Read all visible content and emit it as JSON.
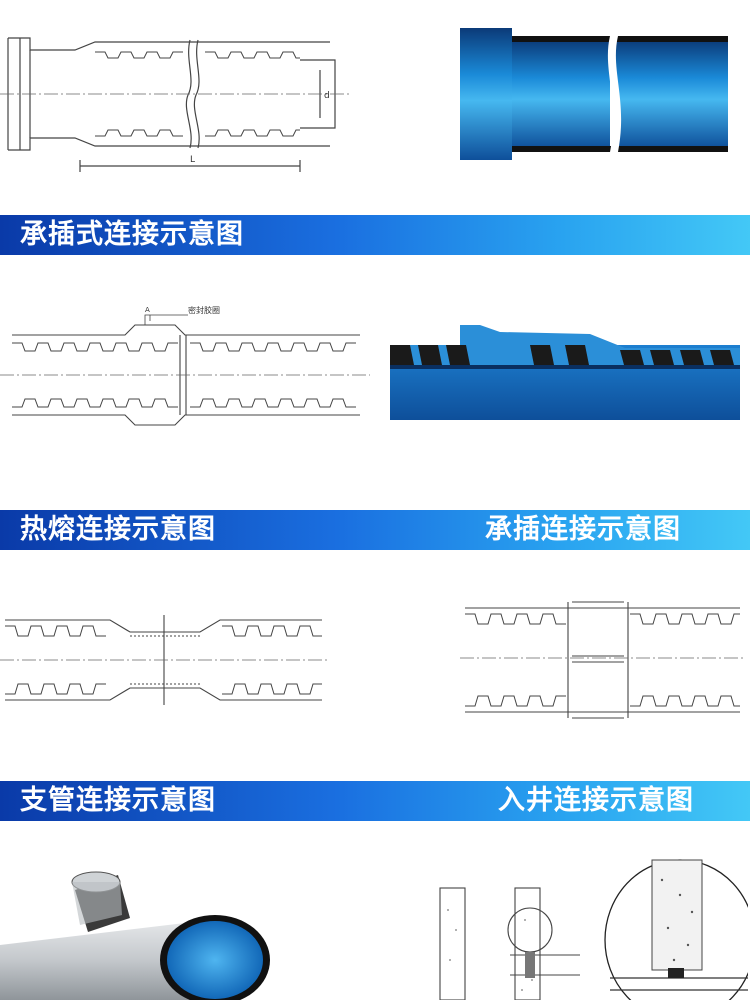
{
  "banners": {
    "socket_connection": "承插式连接示意图",
    "heat_fusion": "热熔连接示意图",
    "socket_insert": "承插连接示意图",
    "branch_pipe": "支管连接示意图",
    "manhole": "入井连接示意图"
  },
  "annotations": {
    "length_label": "L",
    "diameter_label": "d",
    "seal_ring_label": "密封胶圈",
    "dim_a_label": "A"
  },
  "colors": {
    "banner_start": "#0a3aa8",
    "banner_end": "#43c8f6",
    "pipe_blue": "#1478c8",
    "pipe_dark": "#0b3a78",
    "line": "#333333"
  }
}
